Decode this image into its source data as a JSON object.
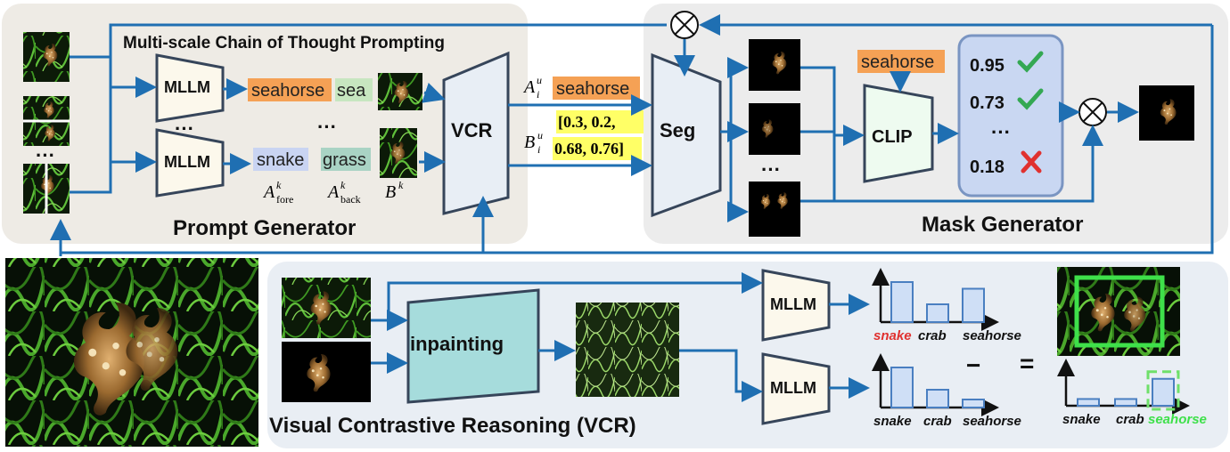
{
  "prompt_generator": {
    "chain_title": "Multi-scale Chain of Thought Prompting",
    "title": "Prompt Generator",
    "mllm_label": "MLLM",
    "ellipsis": "···",
    "tags_top": [
      "seahorse",
      "sea"
    ],
    "tags_bottom": [
      "snake",
      "grass"
    ],
    "a_fore": {
      "base": "A",
      "sup": "k",
      "sub": "fore"
    },
    "a_back": {
      "base": "A",
      "sup": "k",
      "sub": "back"
    },
    "b_k": {
      "base": "B",
      "sup": "k"
    },
    "vcr_label": "VCR"
  },
  "middle": {
    "a_i": {
      "base": "A",
      "sup": "u",
      "sub": "i"
    },
    "a_value": "seahorse",
    "b_i": {
      "base": "B",
      "sup": "u",
      "sub": "i"
    },
    "b_line1": "[0.3, 0.2,",
    "b_line2": "0.68, 0.76]"
  },
  "mask_generator": {
    "title": "Mask Generator",
    "seg_label": "Seg",
    "clip_label": "CLIP",
    "clip_prompt": "seahorse",
    "scores": [
      {
        "value": "0.95",
        "status": "check-icon"
      },
      {
        "value": "0.73",
        "status": "check-icon"
      },
      {
        "value": "0.18",
        "status": "cross-icon"
      }
    ],
    "ellipsis": "···"
  },
  "vcr": {
    "title": "Visual Contrastive Reasoning (VCR)",
    "inpainting_label": "inpainting",
    "mllm_label": "MLLM",
    "top_chart": {
      "categories": [
        "snake",
        "crab",
        "seahorse"
      ],
      "values": [
        0.9,
        0.4,
        0.75
      ],
      "highlight_index": 0
    },
    "bottom_chart": {
      "categories": [
        "snake",
        "crab",
        "seahorse"
      ],
      "values": [
        0.9,
        0.4,
        0.18
      ]
    },
    "result_chart": {
      "categories": [
        "snake",
        "crab",
        "seahorse"
      ],
      "values": [
        0.18,
        0.18,
        0.72
      ],
      "highlight_index": 2
    },
    "minus": "−",
    "equals": "="
  },
  "colors": {
    "flow": "#1f6fb2",
    "tag_orange": "#f5a155",
    "tag_green": "#c7e6c0",
    "tag_blue": "#c9d4f2",
    "tag_teal": "#a9d3c4",
    "tag_yellow": "#ffff66",
    "check": "#34a853",
    "cross": "#e0312f",
    "snake_red": "#e0312f",
    "seahorse_green": "#3ee04a",
    "bar_fill": "#cfdff6",
    "bar_stroke": "#4a7fc1"
  }
}
